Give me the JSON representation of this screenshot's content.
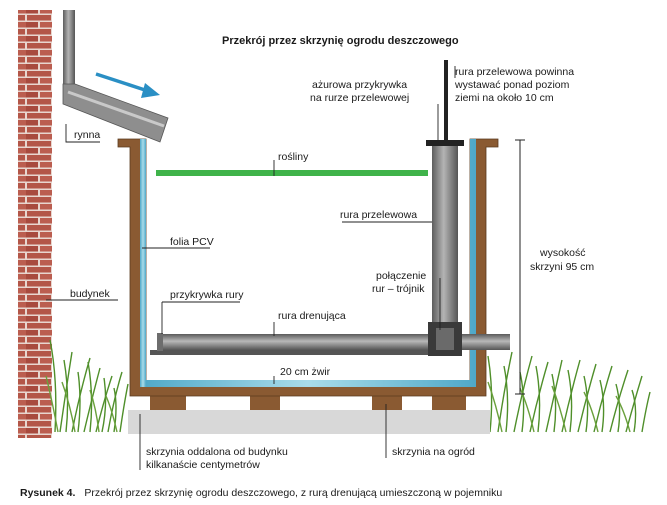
{
  "title": "Przekrój przez skrzynię ogrodu deszczowego",
  "labels": {
    "rynna": "rynna",
    "budynek": "budynek",
    "folia": "folia PCV",
    "rosliny": "rośliny",
    "przykrywka_rury": "przykrywka rury",
    "rura_drenujaca": "rura drenująca",
    "zwir": "20 cm żwir",
    "azurowa_1": "ażurowa przykrywka",
    "azurowa_2": "na rurze przelewowej",
    "przelew_note_1": "rura przelewowa powinna",
    "przelew_note_2": "wystawać ponad poziom",
    "przelew_note_3": "ziemi na około 10 cm",
    "rura_przelewowa": "rura przelewowa",
    "polaczenie_1": "połączenie",
    "polaczenie_2": "rur – trójnik",
    "wysokosc_1": "wysokość",
    "wysokosc_2": "skrzyni 95 cm",
    "oddalona_1": "skrzynia oddalona od budynku",
    "oddalona_2": "kilkanaście centymetrów",
    "skrzynia_na_ogrod": "skrzynia na ogród"
  },
  "caption": {
    "prefix": "Rysunek 4.",
    "text": "Przekrój przez skrzynię ogrodu deszczowego, z rurą drenującą umieszczoną w pojemniku"
  },
  "colors": {
    "brick": "#b5544a",
    "wood": "#8a5a32",
    "foil": "#7fc4dc",
    "plants_line": "#3fb34a",
    "pipe": "#8d8d8d",
    "arrow": "#2a8fc4",
    "grass": "#4f8f2a"
  },
  "icons": [
    "down-arrow-icon"
  ]
}
